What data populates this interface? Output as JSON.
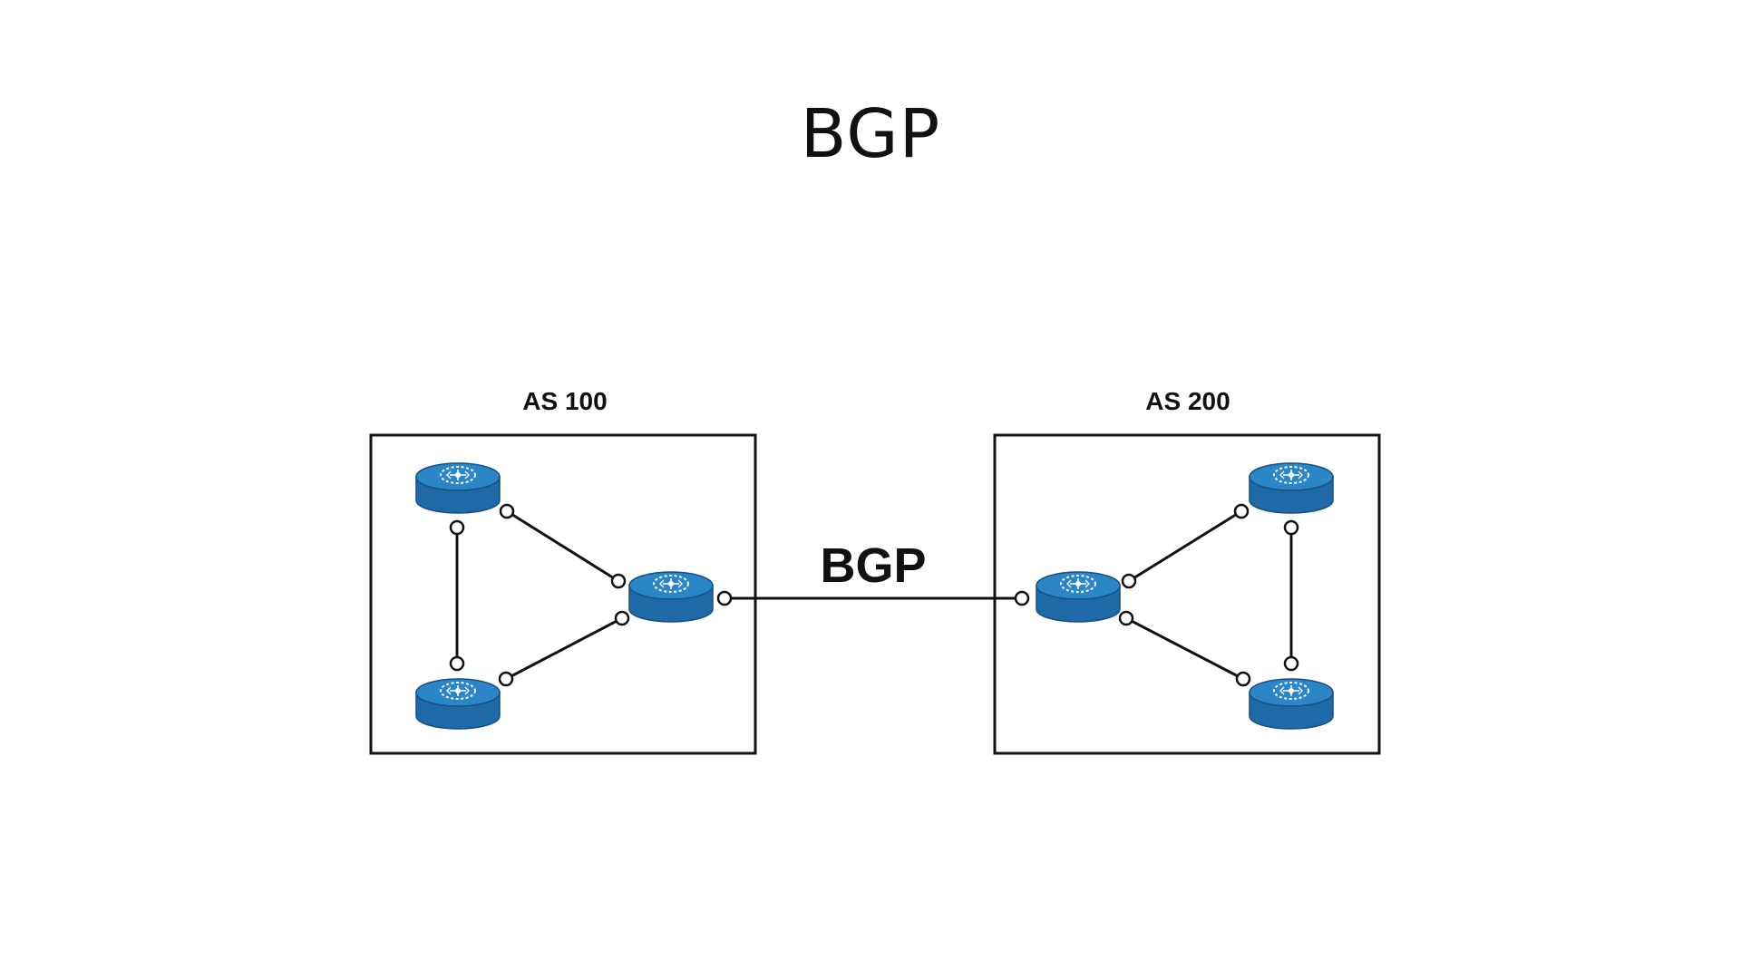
{
  "slide": {
    "title": "BGP"
  },
  "diagram": {
    "as_left": {
      "label": "AS 100",
      "routers": [
        "router-top",
        "router-bottom",
        "router-border"
      ]
    },
    "as_right": {
      "label": "AS 200",
      "routers": [
        "router-top",
        "router-bottom",
        "router-border"
      ]
    },
    "inter_as_link": {
      "label": "BGP"
    }
  },
  "colors": {
    "router_top": "#2b86c8",
    "router_body": "#1e6aa9",
    "router_edge": "#174f80",
    "line": "#111111",
    "background": "#ffffff"
  },
  "icons": {
    "router": "router-icon"
  }
}
